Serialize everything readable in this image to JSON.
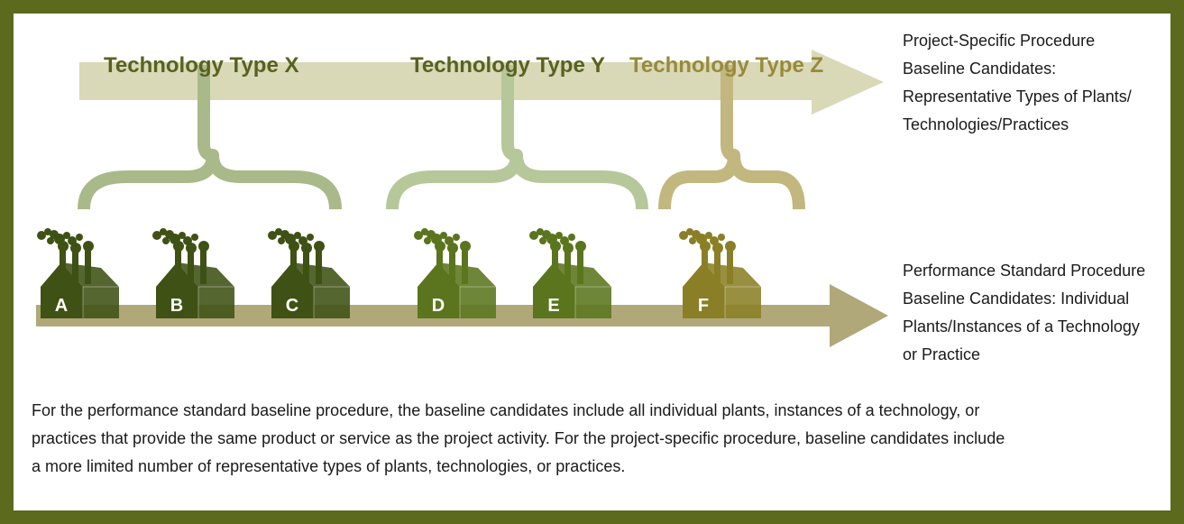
{
  "tech_labels": {
    "x": "Technology Type X",
    "y": "Technology Type Y",
    "z": "Technology Type Z"
  },
  "project_specific": {
    "lines": [
      "Project-Specific Procedure",
      "Baseline Candidates:",
      "Representative Types of Plants/",
      "Technologies/Practices"
    ]
  },
  "performance_standard": {
    "lines": [
      "Performance Standard Procedure",
      "Baseline Candidates: Individual",
      "Plants/Instances of a Technology",
      "or Practice"
    ]
  },
  "plants": [
    {
      "letter": "A",
      "color": "#3f5114"
    },
    {
      "letter": "B",
      "color": "#3f5114"
    },
    {
      "letter": "C",
      "color": "#3f5114"
    },
    {
      "letter": "D",
      "color": "#5a751d"
    },
    {
      "letter": "E",
      "color": "#5a751d"
    },
    {
      "letter": "F",
      "color": "#8a7f26"
    }
  ],
  "caption": {
    "lines": [
      "For the performance standard baseline procedure, the baseline candidates include all individual plants, instances of a technology, or",
      "practices that provide the same product or service as the project activity. For the project-specific procedure, baseline candidates include",
      "a more limited number of representative types of plants, technologies, or practices."
    ]
  },
  "colors": {
    "frame": "#5b6a1d",
    "top_arrow": "#d9d9b8",
    "bottom_arrow": "#b0a879",
    "brace_x": "#a9b98a",
    "brace_y": "#b6c79a",
    "brace_z": "#c2b77e",
    "label_xy": "#58621f",
    "label_z": "#988a3a"
  }
}
